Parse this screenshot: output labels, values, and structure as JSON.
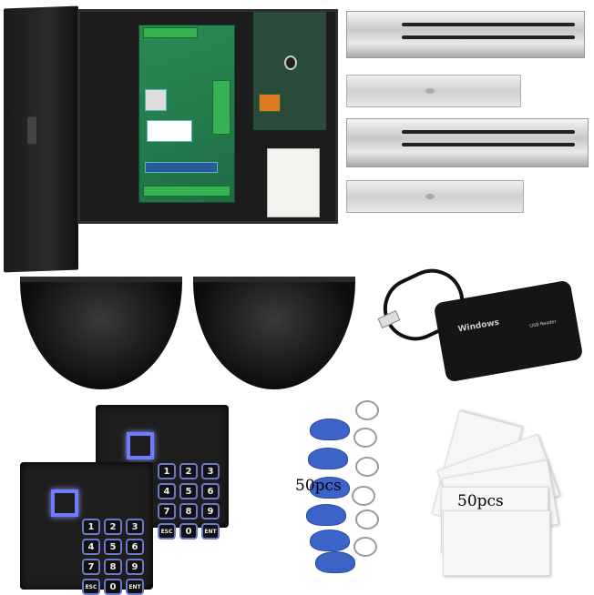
{
  "reader": {
    "brand": "Windows",
    "model": "USB Reader"
  },
  "keypad_keys": [
    "1",
    "2",
    "3",
    "4",
    "5",
    "6",
    "7",
    "8",
    "9",
    "ESC",
    "0",
    "ENT"
  ],
  "keyfobs": {
    "quantity_label": "50pcs"
  },
  "cards": {
    "quantity_label": "50pcs"
  }
}
